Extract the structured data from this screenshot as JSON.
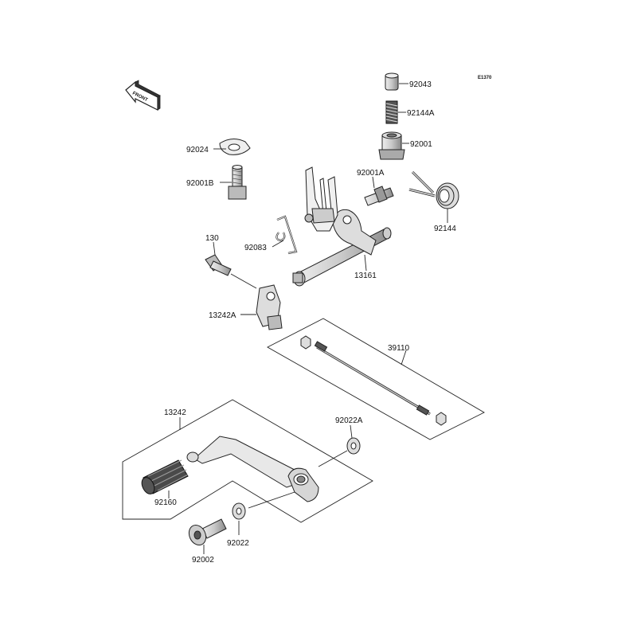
{
  "diagram": {
    "code": "E1370",
    "front_label": "FRONT",
    "part_color": "#d4d4d4",
    "line_color": "#222222",
    "callouts": {
      "p92043": "92043",
      "p92144A": "92144A",
      "p92001": "92001",
      "p92024": "92024",
      "p92001B": "92001B",
      "p92001A": "92001A",
      "p92144": "92144",
      "p130": "130",
      "p92083": "92083",
      "p13161": "13161",
      "p13242A": "13242A",
      "p39110": "39110",
      "p13242": "13242",
      "p92022A": "92022A",
      "p92160": "92160",
      "p92022": "92022",
      "p92002": "92002"
    }
  }
}
